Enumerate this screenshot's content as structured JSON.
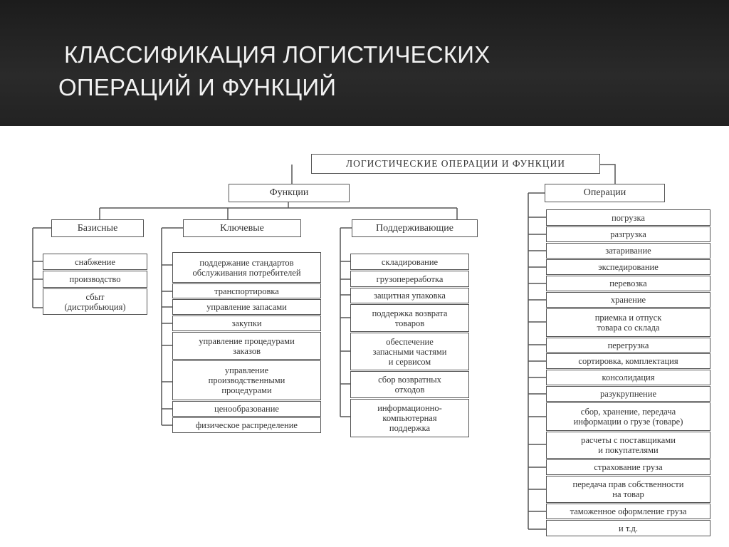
{
  "slide": {
    "title_line1": "КЛАССИФИКАЦИЯ ЛОГИСТИЧЕСКИХ",
    "title_line2": "ОПЕРАЦИЙ И ФУНКЦИЙ"
  },
  "diagram": {
    "root": "ЛОГИСТИЧЕСКИЕ ОПЕРАЦИИ И ФУНКЦИИ",
    "functions": {
      "label": "Функции",
      "basic": {
        "label": "Базисные",
        "items": [
          "снабжение",
          "производство",
          "сбыт\n(дистрибьюция)"
        ]
      },
      "key": {
        "label": "Ключевые",
        "items": [
          "поддержание стандартов\nобслуживания потребителей",
          "транспортировка",
          "управление запасами",
          "закупки",
          "управление процедурами\nзаказов",
          "управление\nпроизводственными\nпроцедурами",
          "ценообразование",
          "физическое распределение"
        ]
      },
      "supporting": {
        "label": "Поддерживающие",
        "items": [
          "складирование",
          "грузопереработка",
          "защитная упаковка",
          "поддержка возврата\nтоваров",
          "обеспечение\nзапасными частями\nи сервисом",
          "сбор возвратных\nотходов",
          "информационно-\nкомпьютерная\nподдержка"
        ]
      }
    },
    "operations": {
      "label": "Операции",
      "items": [
        "погрузка",
        "разгрузка",
        "затаривание",
        "экспедирование",
        "перевозка",
        "хранение",
        "приемка и отпуск\nтовара со склада",
        "перегрузка",
        "сортировка, комплектация",
        "консолидация",
        "разукрупнение",
        "сбор, хранение, передача\nинформации о грузе (товаре)",
        "расчеты с поставщиками\nи покупателями",
        "страхование груза",
        "передача прав собственности\nна товар",
        "таможенное оформление груза",
        "и т.д."
      ]
    }
  }
}
